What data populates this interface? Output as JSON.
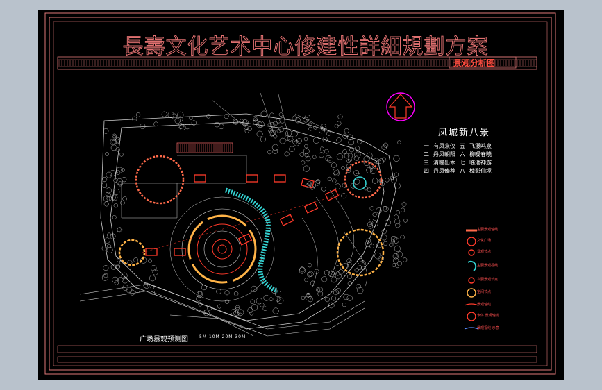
{
  "drawing": {
    "title": "長壽文化艺术中心修建性詳細規劃方案",
    "subtitle": "景观分析图",
    "scenic_heading": "凤城新八景",
    "scenic_items": [
      [
        "一",
        "有凤来仪",
        "五",
        "飞瀑鸣泉"
      ],
      [
        "二",
        "丹凤朝阳",
        "六",
        "柳暖春晓"
      ],
      [
        "三",
        "清瞳出木",
        "七",
        "临池神游"
      ],
      [
        "四",
        "丹凤俸荐",
        "八",
        "槐影仙境"
      ]
    ],
    "scale_label": "广场暴观预测图",
    "scale_units": "5M 10M  20M  30M",
    "legend": [
      {
        "label": "主要景观轴线",
        "symbol": "bar"
      },
      {
        "label": "文化广场",
        "symbol": "ring"
      },
      {
        "label": "景观节点",
        "symbol": "dot"
      },
      {
        "label": "主要景观视线",
        "symbol": "arc"
      },
      {
        "label": "次要景观节点",
        "symbol": "dot2"
      },
      {
        "label": "空间节点",
        "symbol": "ring2"
      },
      {
        "label": "景观轴线",
        "symbol": "dash"
      },
      {
        "label": "水体 景观轴线",
        "symbol": "cross"
      },
      {
        "label": "景观视线 示意",
        "symbol": "curve"
      }
    ]
  },
  "colors": {
    "frame": "#e07878",
    "accent_red": "#ff3a2a",
    "accent_orange": "#ffb347",
    "accent_cyan": "#33d0d0",
    "accent_magenta": "#ff00ff",
    "line_gray": "#cfcfcf"
  }
}
